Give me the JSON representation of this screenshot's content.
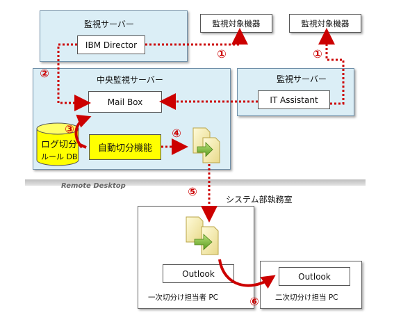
{
  "monitored_devices": {
    "device_a": "監視対象機器",
    "device_b": "監視対象機器"
  },
  "server_top": {
    "title": "監視サーバー",
    "component": "IBM Director"
  },
  "central_server": {
    "title": "中央監視サーバー",
    "mailbox": "Mail Box",
    "db_line1": "ログ切分",
    "db_line2": "ルール DB",
    "function": "自動切分機能"
  },
  "server_right": {
    "title": "監視サーバー",
    "component": "IT Assistant"
  },
  "remote_desktop": "Remote Desktop",
  "system_room": "システム部執務室",
  "pc_primary": {
    "app": "Outlook",
    "label": "一次切分け担当者 PC"
  },
  "pc_secondary": {
    "app": "Outlook",
    "label": "二次切分け担当 PC"
  },
  "steps": {
    "s1a": "①",
    "s1b": "①",
    "s2": "②",
    "s3": "③",
    "s4": "④",
    "s5": "⑤",
    "s6": "⑥"
  },
  "colors": {
    "arrow_red": "#cc0000",
    "panel_blue": "#dbeef6",
    "db_yellow": "#ffff00"
  }
}
